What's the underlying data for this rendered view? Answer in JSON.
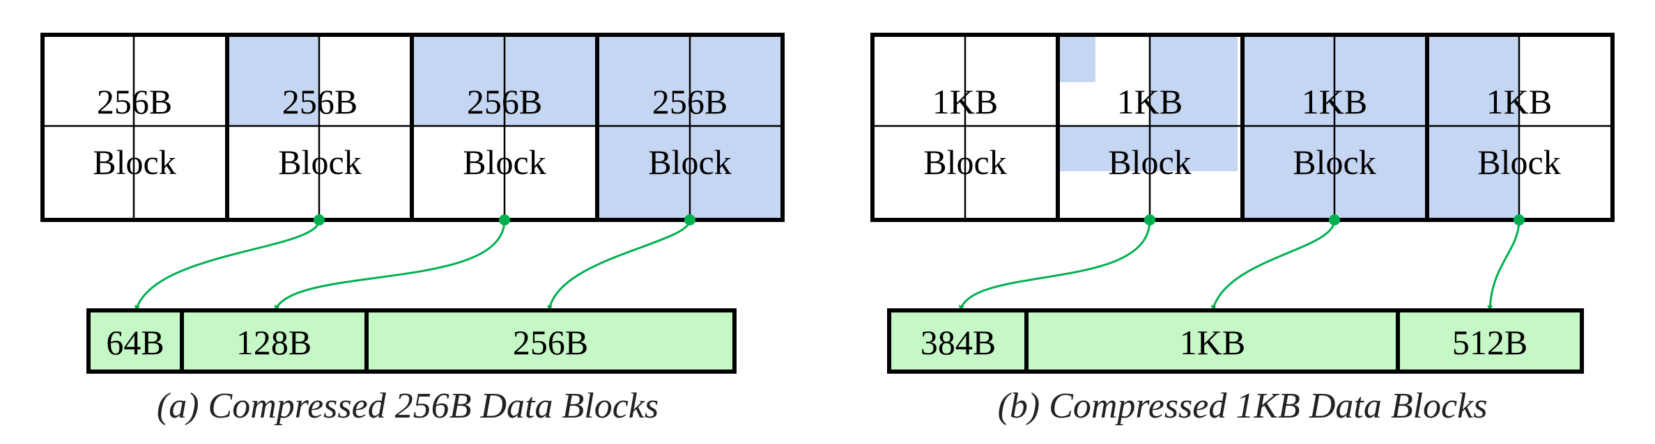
{
  "colors": {
    "used": "#c5d6f2",
    "compressed": "#c6f7c6",
    "arrow": "#00b050",
    "border": "#000000"
  },
  "panels": [
    {
      "caption": "(a) Compressed 256B Data Blocks",
      "blocks": [
        {
          "line1": "256B",
          "line2": "Block"
        },
        {
          "line1": "256B",
          "line2": "Block"
        },
        {
          "line1": "256B",
          "line2": "Block"
        },
        {
          "line1": "256B",
          "line2": "Block"
        }
      ],
      "compressed": [
        "64B",
        "128B",
        "256B"
      ]
    },
    {
      "caption": "(b) Compressed 1KB Data Blocks",
      "blocks": [
        {
          "line1": "1KB",
          "line2": "Block"
        },
        {
          "line1": "1KB",
          "line2": "Block"
        },
        {
          "line1": "1KB",
          "line2": "Block"
        },
        {
          "line1": "1KB",
          "line2": "Block"
        }
      ],
      "compressed": [
        "384B",
        "1KB",
        "512B"
      ]
    }
  ]
}
